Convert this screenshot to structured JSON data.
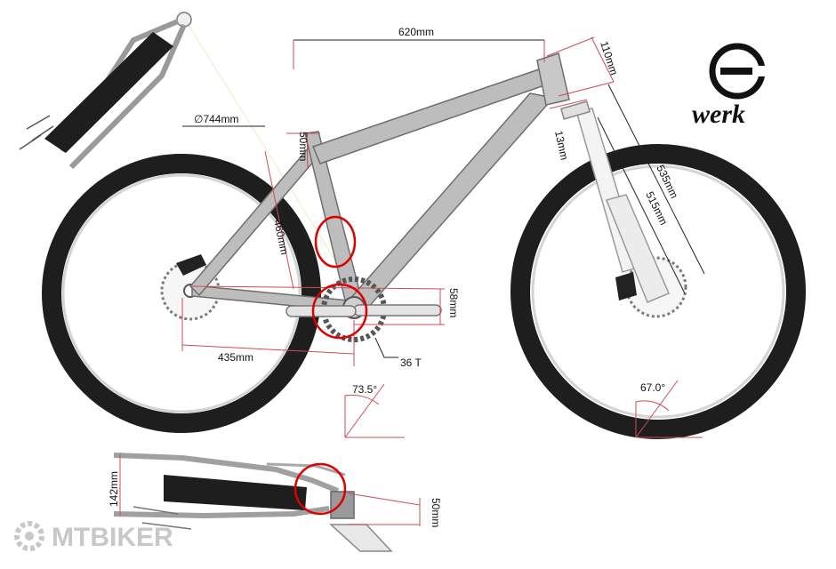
{
  "brand": {
    "logo_letter": "e",
    "name": "werk"
  },
  "watermark": {
    "name": "MTBIKER",
    "color": "#c8c8c8"
  },
  "colors": {
    "dimension_line": "#d04a5a",
    "highlight_circle": "#e00000",
    "tire": "#1e1e1e",
    "frame_fill": "#bdbdbd",
    "frame_stroke": "#6e6e6e",
    "fork_fill": "#f3f3f3"
  },
  "dimensions": {
    "top_tube": "620mm",
    "head_tube": "110mm",
    "wheel_diameter": "∅744mm",
    "seat_tube_top": "50mm",
    "seat_tube": "460mm",
    "headset_gap": "13mm",
    "fork_length_outer": "535mm",
    "fork_length_inner": "515mm",
    "bb_drop": "58mm",
    "chainstay": "435mm",
    "chainring": "36 T",
    "seat_angle": "73.5°",
    "head_angle": "67.0°",
    "rear_dropout_height": "142mm",
    "dropout_offset": "50mm"
  }
}
